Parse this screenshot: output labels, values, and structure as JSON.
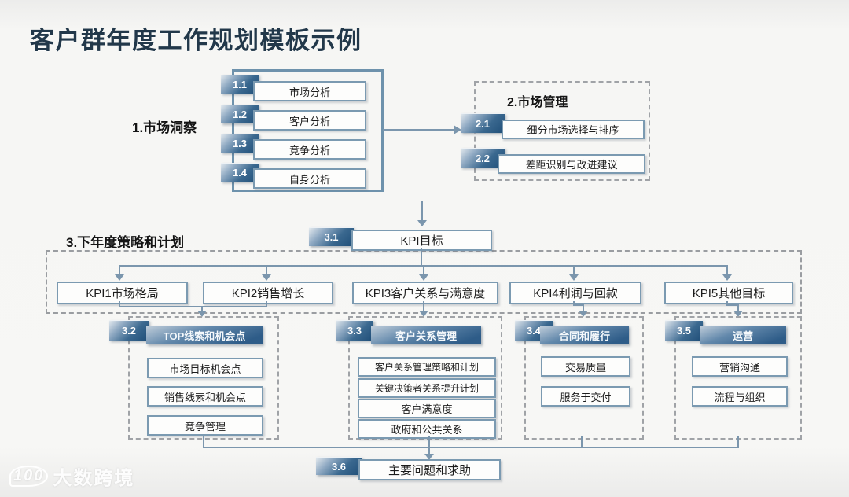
{
  "title": "客户群年度工作规划模板示例",
  "colors": {
    "accent_dark_blue": "#1f4e78",
    "steel_border": "#7b9ab1",
    "line": "#7b96ad",
    "title_text": "#22384a",
    "background": "#f6f6f4"
  },
  "section1": {
    "label": "1.市场洞察",
    "items": [
      {
        "num": "1.1",
        "label": "市场分析"
      },
      {
        "num": "1.2",
        "label": "客户分析"
      },
      {
        "num": "1.3",
        "label": "竞争分析"
      },
      {
        "num": "1.4",
        "label": "自身分析"
      }
    ]
  },
  "section2": {
    "label": "2.市场管理",
    "items": [
      {
        "num": "2.1",
        "label": "细分市场选择与排序"
      },
      {
        "num": "2.2",
        "label": "差距识别与改进建议"
      }
    ]
  },
  "section3": {
    "label": "3.下年度策略和计划",
    "kpi_target": {
      "num": "3.1",
      "label": "KPI目标"
    },
    "kpis": [
      "KPI1市场格局",
      "KPI2销售增长",
      "KPI3客户关系与满意度",
      "KPI4利润与回款",
      "KPI5其他目标"
    ],
    "subsections": [
      {
        "num": "3.2",
        "title": "TOP线索和机会点",
        "items": [
          "市场目标机会点",
          "销售线索和机会点",
          "竞争管理"
        ]
      },
      {
        "num": "3.3",
        "title": "客户关系管理",
        "items": [
          "客户关系管理策略和计划",
          "关键决策者关系提升计划",
          "客户满意度",
          "政府和公共关系"
        ]
      },
      {
        "num": "3.4",
        "title": "合同和履行",
        "items": [
          "交易质量",
          "服务于交付"
        ]
      },
      {
        "num": "3.5",
        "title": "运营",
        "items": [
          "营销沟通",
          "流程与组织"
        ]
      }
    ],
    "footer": {
      "num": "3.6",
      "label": "主要问题和求助"
    }
  },
  "watermark": {
    "logo": "100",
    "text": "大数跨境"
  }
}
